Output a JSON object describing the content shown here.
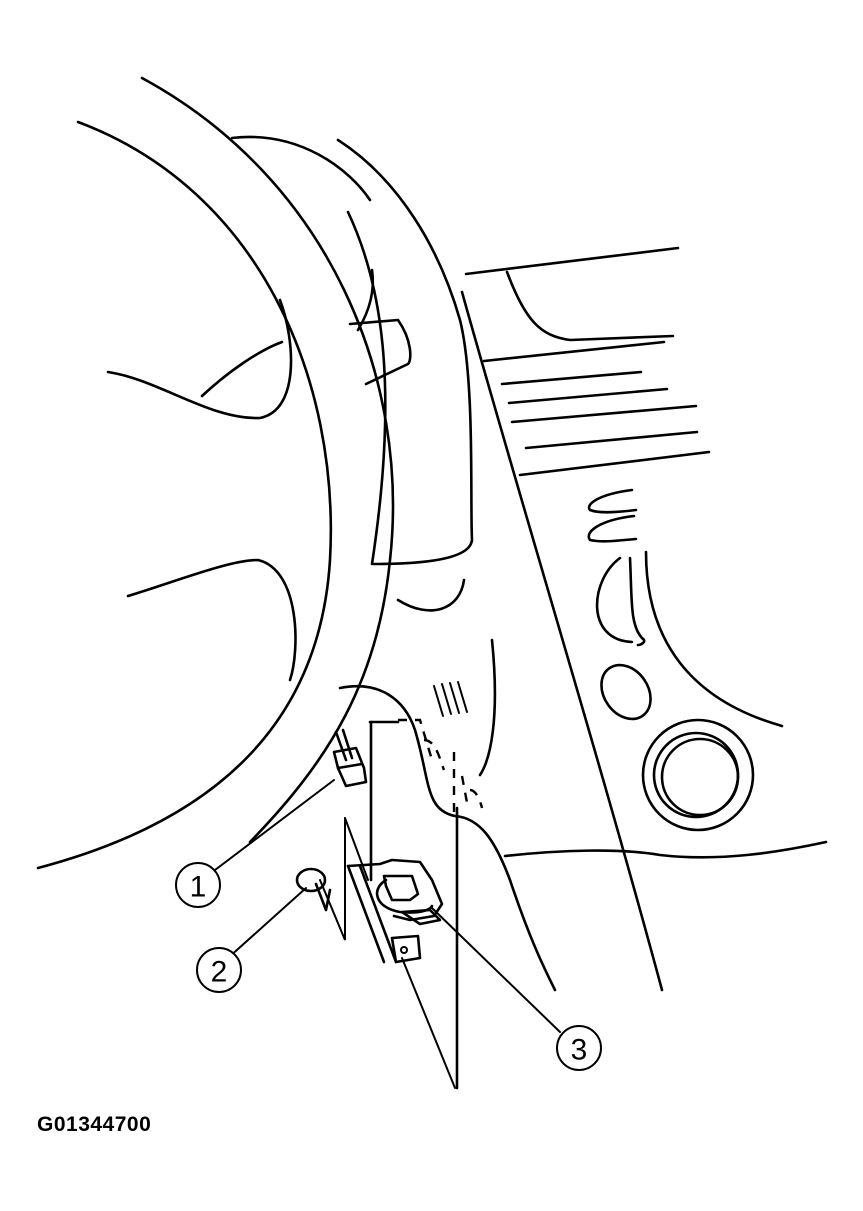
{
  "figure": {
    "id": "G01344700",
    "subject": "Steering wheel and instrument panel with lower component removal",
    "line_color": "#000000",
    "background": "#ffffff"
  },
  "callouts": [
    {
      "number": "1",
      "label": "connector"
    },
    {
      "number": "2",
      "label": "clip"
    },
    {
      "number": "3",
      "label": "bracket-module"
    }
  ]
}
